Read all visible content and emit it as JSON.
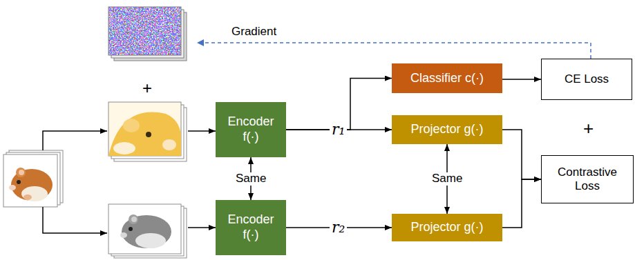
{
  "diagram": {
    "nodes": [
      {
        "text": [
          "Encoder f(·)"
        ]
      },
      {
        "text": [
          "Encoder f(·)"
        ]
      },
      {
        "text": [
          "Classifier c(·)"
        ]
      },
      {
        "text": [
          "Projector g(·)"
        ]
      },
      {
        "text": [
          "Projector g(·)"
        ]
      },
      {
        "text": [
          "CE Loss"
        ]
      },
      {
        "text": [
          "Contrastive Loss"
        ]
      }
    ],
    "edges": [
      {
        "from": 0,
        "to": 2,
        "arrow": "to"
      },
      {
        "from": 0,
        "to": 3,
        "arrow": "to",
        "label": "r₁"
      },
      {
        "from": 1,
        "to": 4,
        "arrow": "to",
        "label": "r₂"
      },
      {
        "from": 0,
        "to": 1,
        "arrow": "both",
        "label": "Same"
      },
      {
        "from": 2,
        "to": 5,
        "arrow": "to"
      },
      {
        "from": 3,
        "to": 4,
        "arrow": "both",
        "label": "Same"
      },
      {
        "from": 3,
        "to": 6,
        "arrow": "to"
      },
      {
        "from": 4,
        "to": 6,
        "arrow": "to"
      }
    ],
    "labels": [
      "Gradient",
      "+",
      "+"
    ]
  }
}
